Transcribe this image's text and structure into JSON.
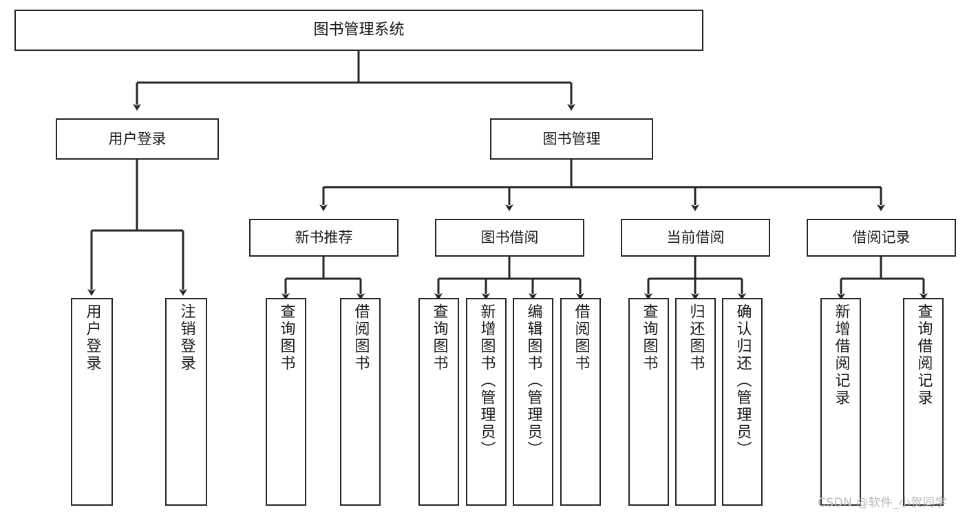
{
  "diagram": {
    "type": "tree",
    "title": "图书管理系统",
    "orientation": "top-down",
    "colors": {
      "box_border": "#262626",
      "box_fill": "#ffffff",
      "edge": "#262626",
      "text": "#1a1a1a",
      "watermark": "#b9b9b9",
      "background": "#ffffff"
    },
    "levels": 4
  },
  "root": {
    "label": "图书管理系统"
  },
  "level2": [
    {
      "label": "用户登录"
    },
    {
      "label": "图书管理"
    }
  ],
  "level3": [
    {
      "label": "新书推荐"
    },
    {
      "label": "图书借阅"
    },
    {
      "label": "当前借阅"
    },
    {
      "label": "借阅记录"
    }
  ],
  "leaves": {
    "user_login": [
      {
        "label": "用户登录"
      },
      {
        "label": "注销登录"
      }
    ],
    "new_book_recommend": [
      {
        "label": "查询图书"
      },
      {
        "label": "借阅图书"
      }
    ],
    "book_borrow": [
      {
        "label": "查询图书"
      },
      {
        "label": "新增图书（管理员）"
      },
      {
        "label": "编辑图书（管理员）"
      },
      {
        "label": "借阅图书"
      }
    ],
    "current_borrow": [
      {
        "label": "查询图书"
      },
      {
        "label": "归还图书"
      },
      {
        "label": "确认归还（管理员）"
      }
    ],
    "borrow_record": [
      {
        "label": "新增借阅记录"
      },
      {
        "label": "查询借阅记录"
      }
    ]
  },
  "watermark": {
    "text": "CSDN @软件_小贺同学"
  }
}
